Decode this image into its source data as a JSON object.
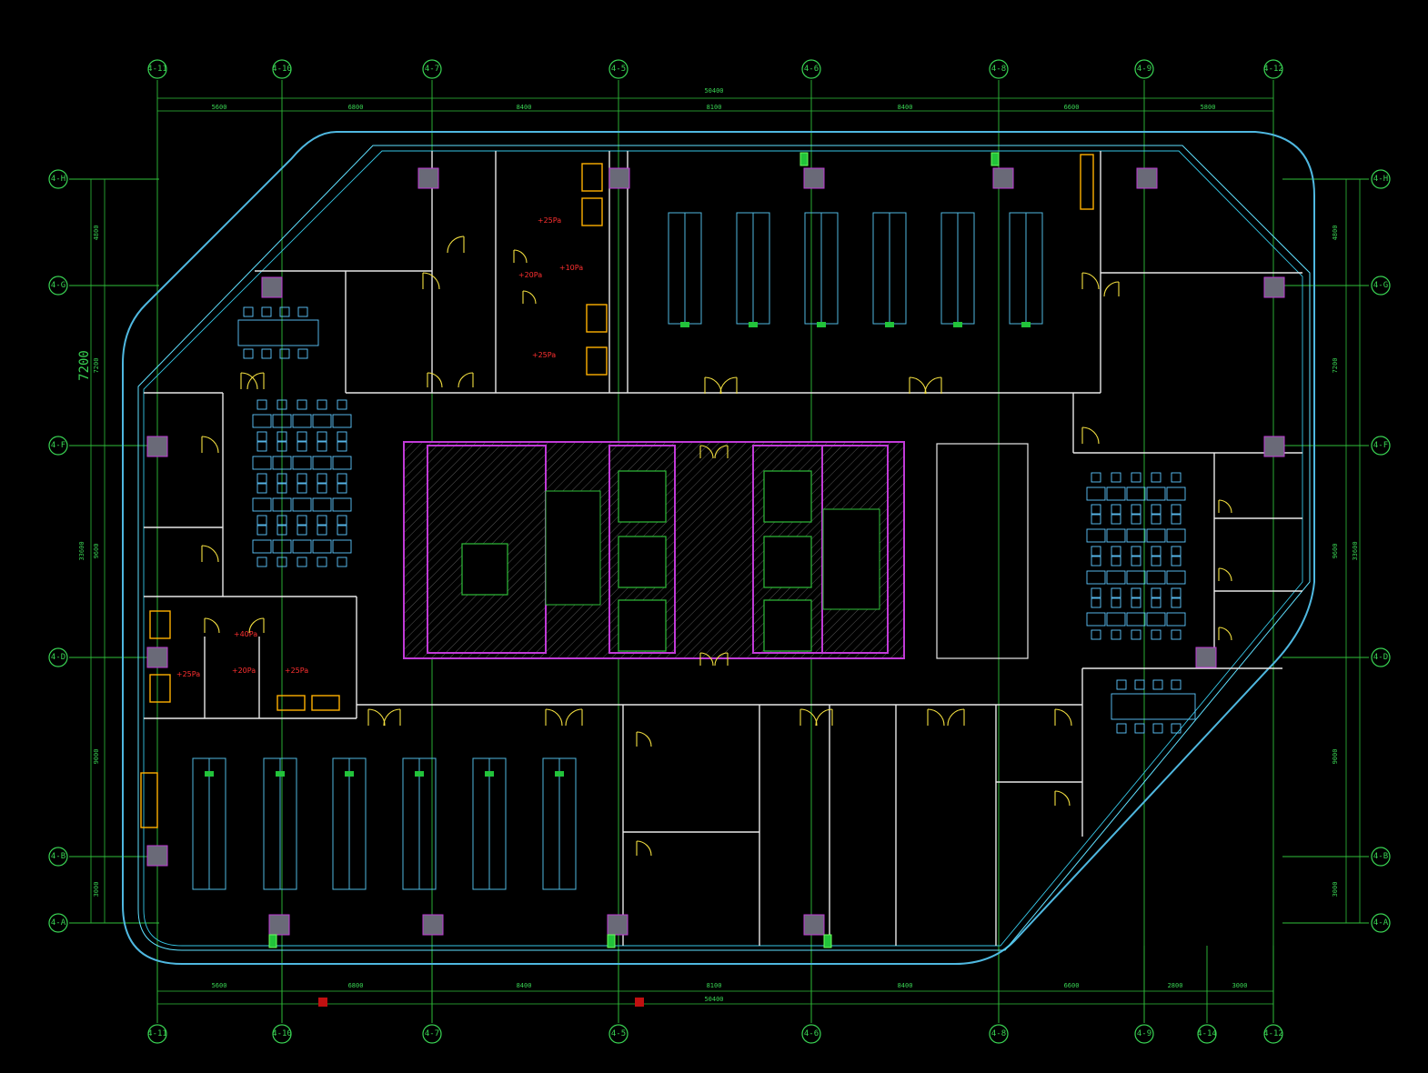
{
  "drawing": {
    "background": "#000000",
    "colors": {
      "grid": "#39d353",
      "outer_wall": "#4fb8e0",
      "wall": "#e8e8e8",
      "core": "#c03ad6",
      "door": "#f4e040",
      "furniture": "#5fc8ff",
      "equipment": "#ffb000",
      "pressure_text": "#ff3030"
    },
    "axes_top": [
      "4-11",
      "4-10",
      "4-7",
      "4-5",
      "4-6",
      "4-8",
      "4-9",
      "4-12"
    ],
    "axes_bottom": [
      "4-11",
      "4-10",
      "4-7",
      "4-5",
      "4-6",
      "4-8",
      "4-9",
      "4-14",
      "4-12"
    ],
    "axes_left": [
      "4-H",
      "4-G",
      "4-F",
      "4-D",
      "4-B",
      "4-A"
    ],
    "axes_right": [
      "4-H",
      "4-G",
      "4-F",
      "4-D",
      "4-B",
      "4-A"
    ],
    "dims_top_total": "50400",
    "dims_top": [
      "5600",
      "6800",
      "8400",
      "8100",
      "8400",
      "6600",
      "5800"
    ],
    "dims_bottom_total": "50400",
    "dims_bottom": [
      "5600",
      "6800",
      "8400",
      "8100",
      "8400",
      "6600",
      "2800",
      "3000"
    ],
    "dims_left": [
      "4800",
      "7200",
      "9600",
      "9000",
      "3000"
    ],
    "dims_left_total": "33600",
    "dims_left_big": "7200",
    "dims_right": [
      "4800",
      "7200",
      "9600",
      "9000",
      "3000"
    ],
    "dims_right_total": "33600",
    "pressure_labels": [
      "+25Pa",
      "+10Pa",
      "+20Pa",
      "+25Pa",
      "+40Pa",
      "+20Pa",
      "+25Pa",
      "+25Pa"
    ]
  }
}
